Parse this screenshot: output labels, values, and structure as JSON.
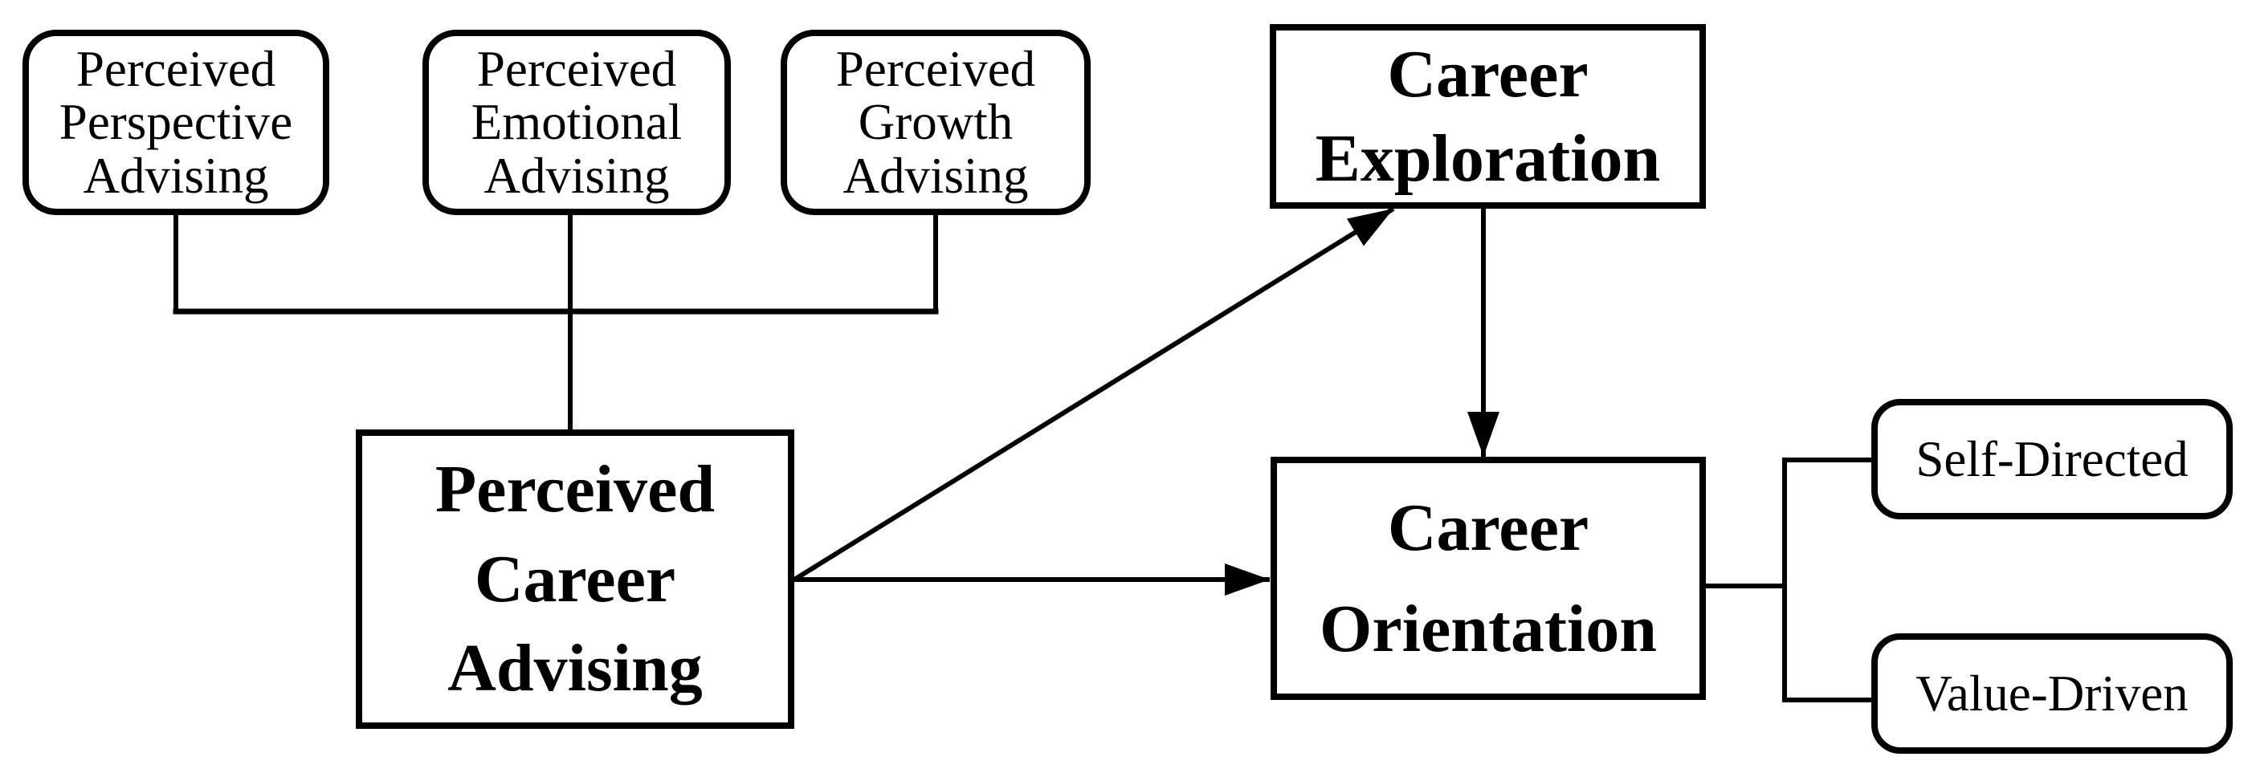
{
  "figure": {
    "background": "#ffffff",
    "stroke_color": "#000000",
    "text_color": "#000000",
    "nodes": {
      "perspective": {
        "lines": [
          "Perceived",
          "Perspective",
          "Advising"
        ]
      },
      "emotional": {
        "lines": [
          "Perceived",
          "Emotional",
          "Advising"
        ]
      },
      "growth": {
        "lines": [
          "Perceived",
          "Growth",
          "Advising"
        ]
      },
      "career_advising": {
        "lines": [
          "Perceived",
          "Career",
          "Advising"
        ]
      },
      "exploration": {
        "lines": [
          "Career",
          "Exploration"
        ]
      },
      "orientation": {
        "lines": [
          "Career",
          "Orientation"
        ]
      },
      "self_directed": {
        "label": "Self-Directed"
      },
      "value_driven": {
        "label": "Value-Driven"
      }
    },
    "edges": [
      {
        "from": "perceived-perspective-advising",
        "to": "perceived-career-advising",
        "style": "plain-line"
      },
      {
        "from": "perceived-emotional-advising",
        "to": "perceived-career-advising",
        "style": "plain-line"
      },
      {
        "from": "perceived-growth-advising",
        "to": "perceived-career-advising",
        "style": "plain-line"
      },
      {
        "from": "perceived-career-advising",
        "to": "career-exploration",
        "style": "arrow"
      },
      {
        "from": "perceived-career-advising",
        "to": "career-orientation",
        "style": "arrow"
      },
      {
        "from": "career-exploration",
        "to": "career-orientation",
        "style": "arrow"
      },
      {
        "from": "career-orientation",
        "to": "self-directed",
        "style": "plain-line"
      },
      {
        "from": "career-orientation",
        "to": "value-driven",
        "style": "plain-line"
      }
    ]
  }
}
